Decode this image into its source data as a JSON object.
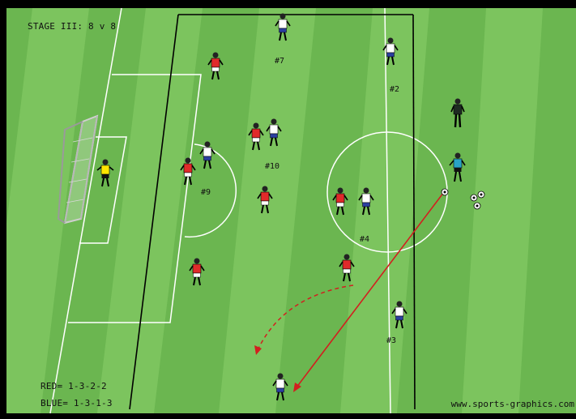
{
  "diagram": {
    "stage_title": "STAGE III: 8 v 8",
    "formation_red": "RED= 1-3-2-2",
    "formation_blue": "BLUE= 1-3-1-3",
    "credit": "www.sports-graphics.com",
    "numbers": [
      "#7",
      "#2",
      "#10",
      "#9",
      "#4",
      "#3"
    ]
  },
  "colors": {
    "grass_dark": "#62b04a",
    "grass_light": "#7cc45e",
    "line": "#ffffff",
    "red_team": "#e02a2a",
    "blue_team": "#ffffff",
    "blue_shorts": "#2b3fa0",
    "keeper": "#ffe600",
    "coach": "#29a3c7",
    "arrow": "#d21f1f"
  }
}
